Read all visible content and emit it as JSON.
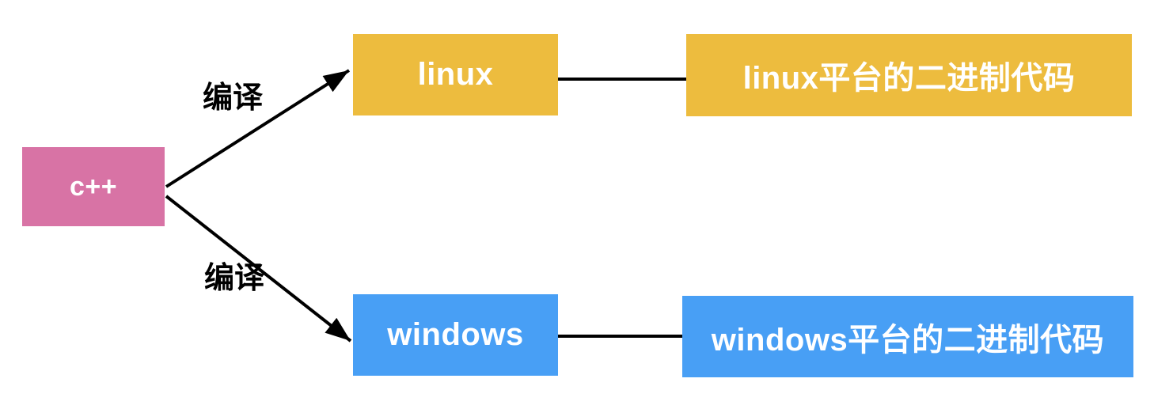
{
  "diagram": {
    "background_color": "#FFFFFF",
    "line_color": "#000000",
    "node_text_color": "#FFFFFF",
    "nodes": {
      "cpp": {
        "label": "c++",
        "color": "#D873A5"
      },
      "linux": {
        "label": "linux",
        "color": "#EDBC3E"
      },
      "linux_binary": {
        "label": "linux平台的二进制代码",
        "color": "#EDBC3E"
      },
      "windows": {
        "label": "windows",
        "color": "#489FF5"
      },
      "windows_binary": {
        "label": "windows平台的二进制代码",
        "color": "#489FF5"
      }
    },
    "edges": {
      "cpp_to_linux": {
        "label": "编译",
        "style": "arrow"
      },
      "cpp_to_windows": {
        "label": "编译",
        "style": "arrow"
      },
      "linux_to_binary": {
        "label": "",
        "style": "line"
      },
      "windows_to_binary": {
        "label": "",
        "style": "line"
      }
    }
  }
}
